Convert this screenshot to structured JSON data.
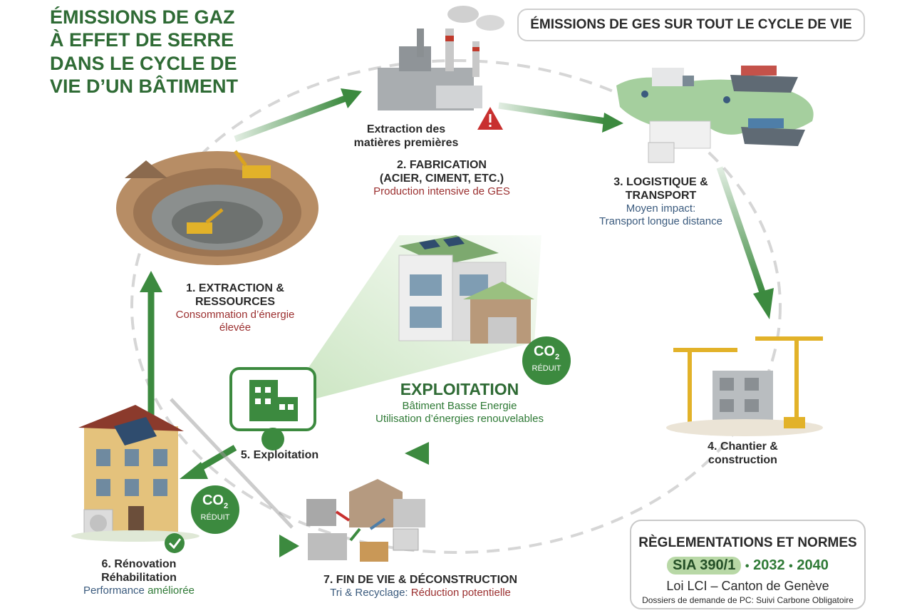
{
  "header": {
    "title_lines": [
      "ÉMISSIONS DE GAZ",
      "À EFFET DE SERRE",
      "DANS LE CYCLE DE",
      "VIE D’UN BÂTIMENT"
    ],
    "box_title": "ÉMISSIONS DE GES SUR TOUT LE CYCLE DE VIE"
  },
  "stages": {
    "extraction_top": [
      "Extraction des",
      "matières premières"
    ],
    "fabrication": {
      "lines": [
        "2. FABRICATION",
        "(ACIER, CIMENT, ETC.)"
      ],
      "note": "Production intensive de GES"
    },
    "logistique": {
      "lines": [
        "3. LOGISTIQUE &",
        "TRANSPORT"
      ],
      "note_lines": [
        "Moyen impact:",
        "Transport longue distance"
      ]
    },
    "extraction": {
      "lines": [
        "1. EXTRACTION &",
        "RESSOURCES"
      ],
      "note_lines": [
        "Consommation d’énergie",
        "élevée"
      ]
    },
    "exploitation_center": {
      "title": "EXPLOITATION",
      "lines": [
        "Bâtiment Basse Energie",
        "Utilisation d’énergies renouvelables"
      ]
    },
    "exploitation": {
      "label": "5. Exploitation"
    },
    "chantier": {
      "lines": [
        "4. Chantier &",
        "construction"
      ]
    },
    "renovation": {
      "lines": [
        "6. Rénovation",
        "Réhabilitation"
      ],
      "note_a": "Performance ",
      "note_b": "améliorée"
    },
    "fin_de_vie": {
      "title": "7. FIN DE VIE & DÉCONSTRUCTION",
      "note_a": "Tri & Recyclage: ",
      "note_b": "Réduction potentielle"
    }
  },
  "badges": {
    "co2_label": "CO",
    "co2_sub": "2",
    "reduit": "RÉDUIT"
  },
  "regulations": {
    "title": "RÈGLEMENTATIONS ET NORMES",
    "sia": "SIA 390/1",
    "sep": "•",
    "year1": "2032",
    "year2": "2040",
    "loi": "Loi LCI – Canton de Genève",
    "dossiers": "Dossiers de demande de PC: Suivi Carbone Obligatoire"
  },
  "colors": {
    "green_dark": "#2f6b35",
    "green": "#3c8a3f",
    "red": "#9b2f2f",
    "blue": "#3b5b7e",
    "warning": "#c8302f"
  }
}
